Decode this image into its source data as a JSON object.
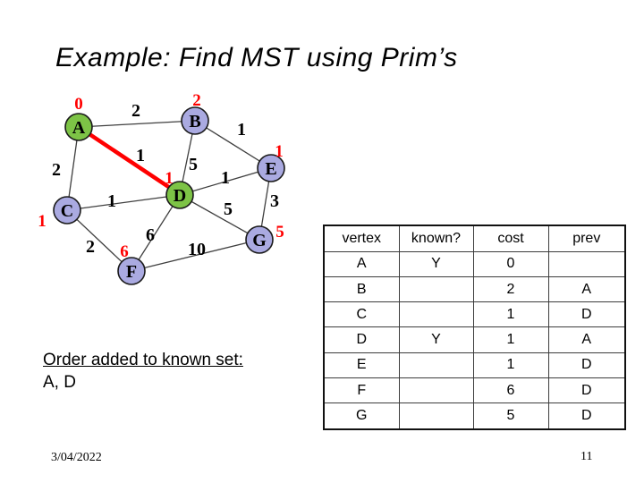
{
  "title": "Example: Find MST using Prim’s",
  "graph": {
    "colors": {
      "known_fill": "#7dc346",
      "unknown_fill": "#aaaae1",
      "edge": "#3f3f3f",
      "highlight": "#ff0000"
    },
    "vertices": [
      {
        "id": "A",
        "label": "A",
        "cost_label": "0",
        "known": true
      },
      {
        "id": "B",
        "label": "B",
        "cost_label": "2",
        "known": false
      },
      {
        "id": "C",
        "label": "C",
        "cost_label": "1",
        "known": false
      },
      {
        "id": "D",
        "label": "D",
        "cost_label": "1",
        "known": true
      },
      {
        "id": "E",
        "label": "E",
        "cost_label": "1",
        "known": false
      },
      {
        "id": "F",
        "label": "F",
        "cost_label": "6",
        "known": false
      },
      {
        "id": "G",
        "label": "G",
        "cost_label": "5",
        "known": false
      }
    ],
    "edges": [
      {
        "from": "A",
        "to": "B",
        "weight": "2",
        "mst": false
      },
      {
        "from": "A",
        "to": "C",
        "weight": "2",
        "mst": false
      },
      {
        "from": "A",
        "to": "D",
        "weight": "1",
        "mst": true
      },
      {
        "from": "B",
        "to": "D",
        "weight": "5",
        "mst": false
      },
      {
        "from": "B",
        "to": "E",
        "weight": "1",
        "mst": false
      },
      {
        "from": "C",
        "to": "D",
        "weight": "1",
        "mst": false
      },
      {
        "from": "C",
        "to": "F",
        "weight": "2",
        "mst": false
      },
      {
        "from": "D",
        "to": "E",
        "weight": "1",
        "mst": false
      },
      {
        "from": "D",
        "to": "F",
        "weight": "6",
        "mst": false
      },
      {
        "from": "D",
        "to": "G",
        "weight": "5",
        "mst": false
      },
      {
        "from": "E",
        "to": "G",
        "weight": "3",
        "mst": false
      },
      {
        "from": "F",
        "to": "G",
        "weight": "10",
        "mst": false
      }
    ]
  },
  "table": {
    "headers": [
      "vertex",
      "known?",
      "cost",
      "prev"
    ],
    "highlight_color": "#ff0000",
    "rows": [
      {
        "vertex": "A",
        "known": "Y",
        "cost": "0",
        "prev": ""
      },
      {
        "vertex": "B",
        "known": "",
        "cost": "2",
        "prev": "A"
      },
      {
        "vertex": "C",
        "known": "",
        "cost": "1",
        "prev": "D"
      },
      {
        "vertex": "D",
        "known": "Y",
        "cost": "1",
        "prev": "A"
      },
      {
        "vertex": "E",
        "known": "",
        "cost": "1",
        "prev": "D"
      },
      {
        "vertex": "F",
        "known": "",
        "cost": "6",
        "prev": "D"
      },
      {
        "vertex": "G",
        "known": "",
        "cost": "5",
        "prev": "D"
      }
    ]
  },
  "note": {
    "heading": "Order added to known set:",
    "value": "A, D"
  },
  "footer": {
    "date": "3/04/2022",
    "page": "11"
  }
}
